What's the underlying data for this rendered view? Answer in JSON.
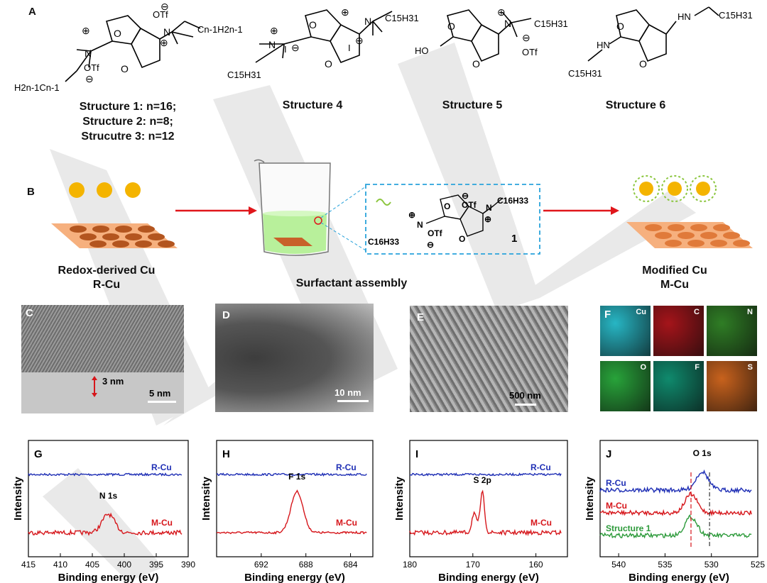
{
  "panels": {
    "A": "A",
    "B": "B",
    "C": "C",
    "D": "D",
    "E": "E",
    "F": "F",
    "G": "G",
    "H": "H",
    "I": "I",
    "J": "J"
  },
  "structures": {
    "s123_lines": [
      "Structure 1: n=16;",
      "Structure 2: n=8;",
      "Strucutre 3: n=12"
    ],
    "s4": "Structure 4",
    "s5": "Structure 5",
    "s6": "Structure 6",
    "chem": {
      "otf": "OTf",
      "hn": "HN",
      "ho": "HO",
      "n": "N",
      "o": "O",
      "i": "I",
      "minus": "⊖",
      "plus": "⊕",
      "cn1h2n1": "Cn-1H2n-1",
      "h2n1cn1": "H2n-1Cn-1",
      "c15h31": "C15H31",
      "c16h33": "C16H33",
      "one": "1"
    }
  },
  "scheme": {
    "left_lines": [
      "Redox-derived Cu",
      "R-Cu"
    ],
    "middle": "Surfactant assembly",
    "right_lines": [
      "Modified Cu",
      "M-Cu"
    ],
    "colors": {
      "arrow": "#e0161b",
      "dashed": "#2aa3db",
      "sphere": "#f4b400",
      "copper": "#c8612a",
      "liquid": "#b8f09b",
      "ligand": "#8cc63f"
    }
  },
  "micrographs": {
    "C": {
      "thickness": "3 nm",
      "scale": "5 nm"
    },
    "D": {
      "scale": "10 nm"
    },
    "E": {
      "scale": "500 nm"
    }
  },
  "eds": {
    "tiles": [
      {
        "label": "Cu",
        "color": "#27b6c4"
      },
      {
        "label": "C",
        "color": "#a5141a"
      },
      {
        "label": "N",
        "color": "#2f7d25"
      },
      {
        "label": "O",
        "color": "#28a33a"
      },
      {
        "label": "F",
        "color": "#0f8a6d"
      },
      {
        "label": "S",
        "color": "#c8621d"
      }
    ]
  },
  "chart_data": [
    {
      "type": "line",
      "panel": "G",
      "xlabel": "Binding energy (eV)",
      "ylabel": "Intensity",
      "xlim": [
        415,
        390
      ],
      "xticks": [
        415,
        410,
        405,
        400,
        395,
        390
      ],
      "annotation": "N 1s",
      "series": [
        {
          "name": "R-Cu",
          "color": "#1f2fb5"
        },
        {
          "name": "M-Cu",
          "color": "#d6161b",
          "peak_x": 402.5
        }
      ]
    },
    {
      "type": "line",
      "panel": "H",
      "xlabel": "Binding energy (eV)",
      "ylabel": "Intensity",
      "xlim": [
        696,
        682
      ],
      "xticks": [
        692,
        688,
        684
      ],
      "annotation": "F 1s",
      "series": [
        {
          "name": "R-Cu",
          "color": "#1f2fb5"
        },
        {
          "name": "M-Cu",
          "color": "#d6161b",
          "peak_x": 688.8
        }
      ]
    },
    {
      "type": "line",
      "panel": "I",
      "xlabel": "Binding energy (eV)",
      "ylabel": "Intensity",
      "xlim": [
        180,
        155
      ],
      "xticks": [
        180,
        170,
        160
      ],
      "annotation": "S 2p",
      "series": [
        {
          "name": "R-Cu",
          "color": "#1f2fb5"
        },
        {
          "name": "M-Cu",
          "color": "#d6161b",
          "peak_x": 168.5
        }
      ]
    },
    {
      "type": "line",
      "panel": "J",
      "xlabel": "Binding energy (eV)",
      "ylabel": "Intensity",
      "xlim": [
        542,
        525
      ],
      "xticks": [
        540,
        535,
        530,
        525
      ],
      "annotation": "O 1s",
      "series": [
        {
          "name": "R-Cu",
          "color": "#1f2fb5",
          "peak_x": 531.0
        },
        {
          "name": "M-Cu",
          "color": "#d6161b",
          "peak_x": 532.2
        },
        {
          "name": "Structure 1",
          "color": "#2c9a3a",
          "peak_x": 532.2
        }
      ],
      "guides": [
        532.2,
        530.2
      ]
    }
  ]
}
